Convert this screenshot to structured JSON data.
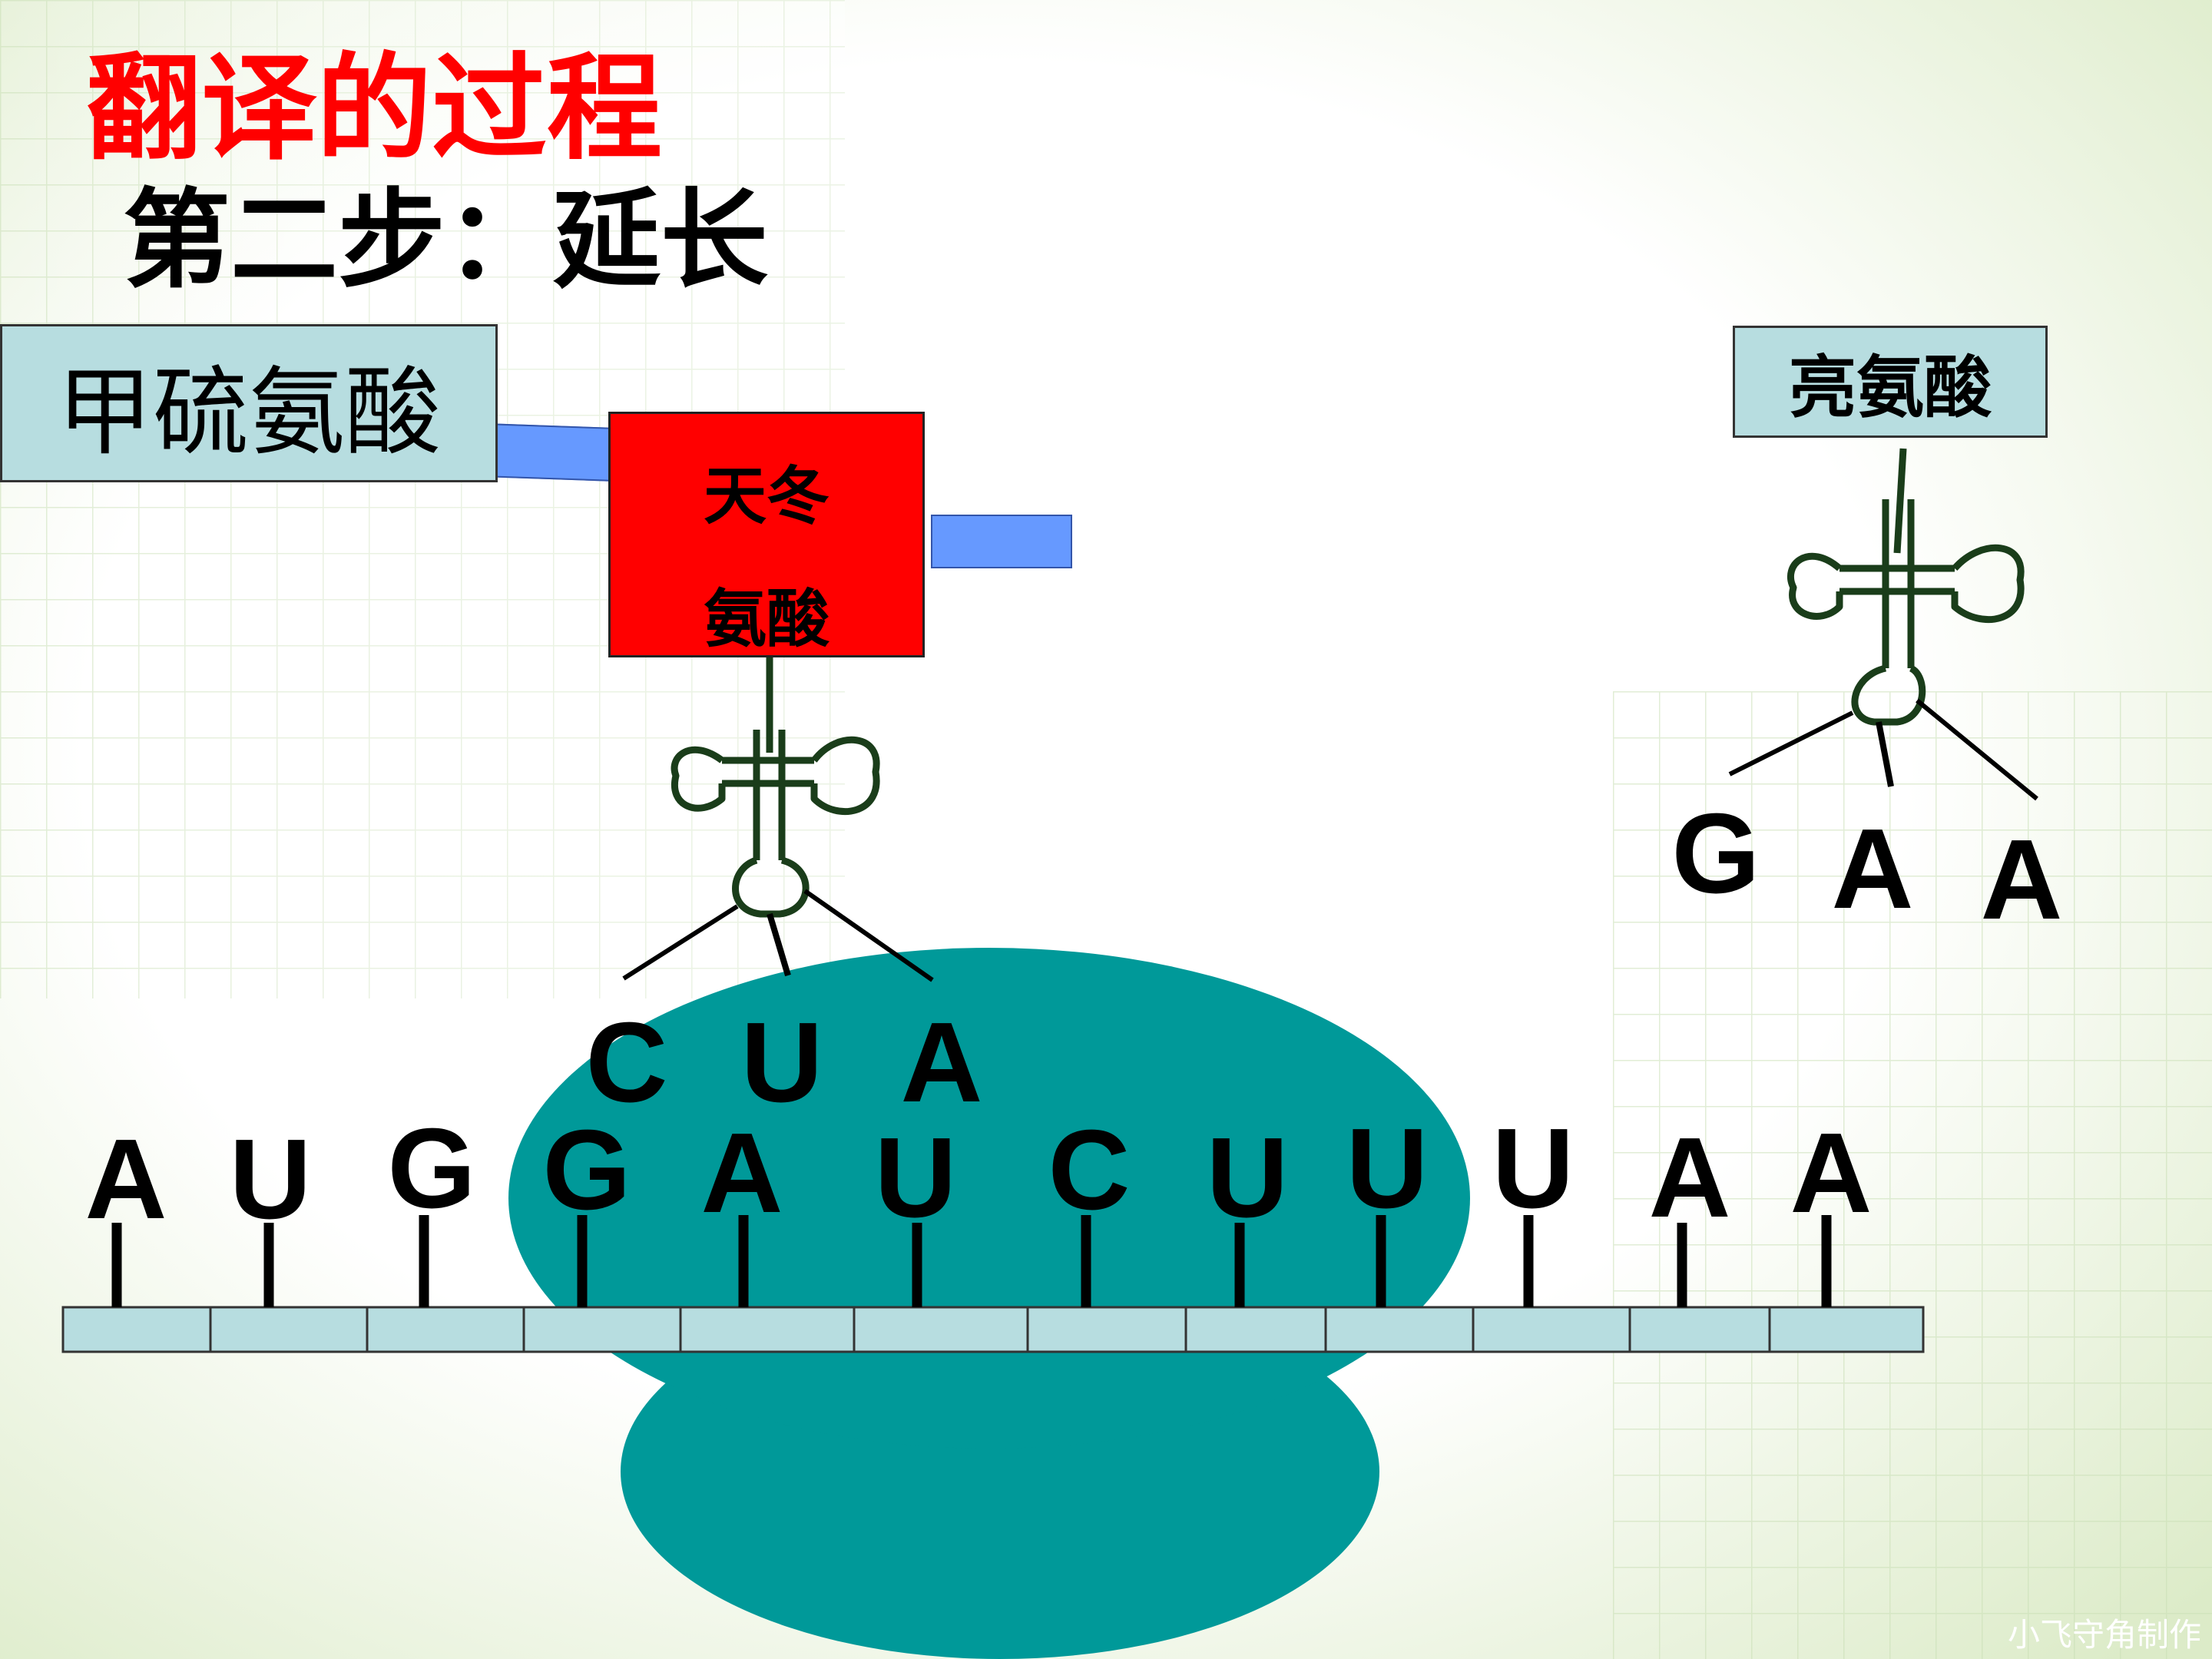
{
  "title": "翻译的过程",
  "subtitle": "第二步：延长",
  "labels": {
    "methionine": "甲硫氨酸",
    "aspartic_acid_line1": "天冬",
    "aspartic_acid_line2": "氨酸",
    "leucine": "亮氨酸"
  },
  "anticodon_ribosome": [
    "C",
    "U",
    "A"
  ],
  "anticodon_free": [
    "G",
    "A",
    "A"
  ],
  "mrna_bases": [
    "A",
    "U",
    "G",
    "G",
    "A",
    "U",
    "C",
    "U",
    "U",
    "U",
    "A",
    "A"
  ],
  "watermark": "小飞守角制作",
  "colors": {
    "title": "#ff0000",
    "ribosome": "#009999",
    "mrna_segment": "#b7dde0",
    "amino_acid_red": "#ff0000",
    "bond_blue": "#6699ff",
    "trna_stroke": "#1a3d1a"
  }
}
